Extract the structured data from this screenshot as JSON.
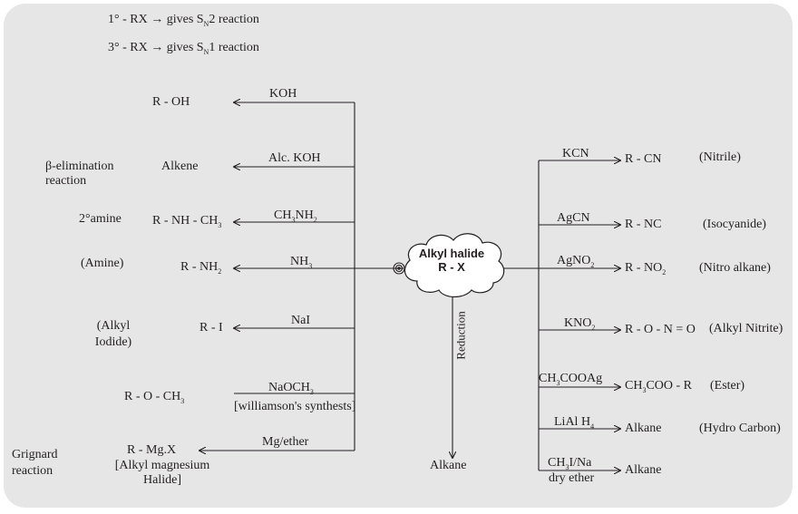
{
  "rules": {
    "line1": {
      "pre": "1° - RX → gives S",
      "sub": "N",
      "post": "2  reaction"
    },
    "line2": {
      "pre": "3° - RX → gives S",
      "sub": "N",
      "post": "1  reaction"
    }
  },
  "center": {
    "line1": "Alkyl halide",
    "line2": "R - X"
  },
  "left_branches": [
    {
      "reagent": {
        "pre": "KOH"
      },
      "product": {
        "pre": "R - OH"
      },
      "note": ""
    },
    {
      "reagent": {
        "pre": "Alc. KOH"
      },
      "product": {
        "pre": "Alkene"
      },
      "note": "β-elimination reaction"
    },
    {
      "reagent": {
        "pre": "CH",
        "sub": "3",
        "mid": "NH",
        "sub2": "2"
      },
      "product": {
        "pre": "R - NH - CH",
        "sub": "3"
      },
      "note": "2°amine"
    },
    {
      "reagent": {
        "pre": "NH",
        "sub": "3"
      },
      "product": {
        "pre": "R - NH",
        "sub": "2"
      },
      "note": "(Amine)"
    },
    {
      "reagent": {
        "pre": "NaI"
      },
      "product": {
        "pre": "R - I"
      },
      "note": "(Alkyl Iodide)"
    },
    {
      "reagent": {
        "pre": "NaOCH",
        "sub": "3"
      },
      "product": {
        "pre": "R - O - CH",
        "sub": "3"
      },
      "note": "[williamson's synthests]"
    },
    {
      "reagent": {
        "pre": "Mg/ether"
      },
      "product": {
        "pre": "R - Mg.X"
      },
      "note": "[Alkyl magnesium Halide]",
      "note2": "Grignard reaction"
    }
  ],
  "right_branches": [
    {
      "reagent": {
        "pre": "KCN"
      },
      "product": {
        "pre": "R - CN"
      },
      "note": "(Nitrile)"
    },
    {
      "reagent": {
        "pre": "AgCN"
      },
      "product": {
        "pre": "R - NC"
      },
      "note": "(Isocyanide)"
    },
    {
      "reagent": {
        "pre": "AgNO",
        "sub": "2"
      },
      "product": {
        "pre": "R - NO",
        "sub": "2"
      },
      "note": "(Nitro alkane)"
    },
    {
      "reagent": {
        "pre": "KNO",
        "sub": "2"
      },
      "product": {
        "pre": "R - O - N = O"
      },
      "note": "(Alkyl Nitrite)"
    },
    {
      "reagent": {
        "pre": "CH",
        "sub": "3",
        "mid": "COOAg"
      },
      "product": {
        "pre": "CH",
        "sub": "3",
        "mid": "COO - R"
      },
      "note": "(Ester)"
    },
    {
      "reagent": {
        "pre": "LiAl H",
        "sub": "4"
      },
      "product": {
        "pre": "Alkane"
      },
      "note": "(Hydro Carbon)"
    },
    {
      "reagent": {
        "pre": "CH",
        "sub": "3",
        "mid": "I/Na",
        "line2": "dry ether"
      },
      "product": {
        "pre": "Alkane"
      },
      "note": ""
    }
  ],
  "bottom": {
    "reagent": "Reduction",
    "product": "Alkane"
  },
  "colors": {
    "panel": "#e6e6e7",
    "ink": "#231f20"
  }
}
